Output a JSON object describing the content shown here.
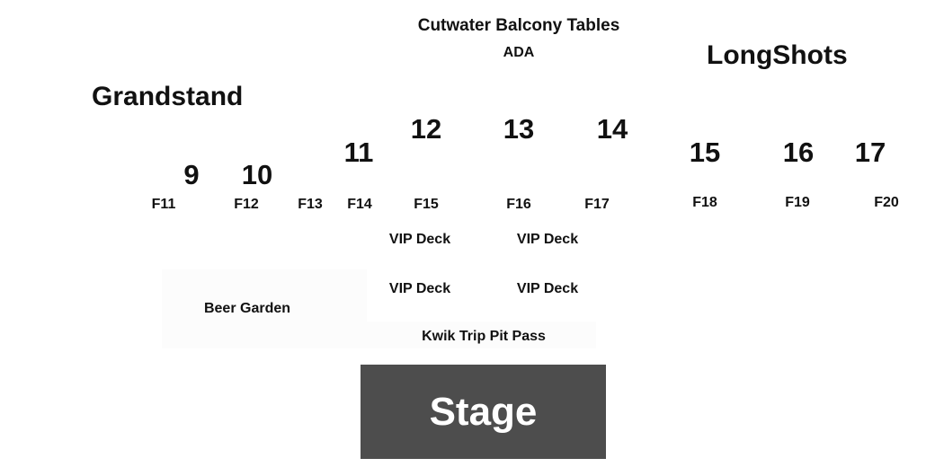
{
  "map": {
    "header": "Cutwater Balcony Tables",
    "ada": "ADA",
    "zones": {
      "grandstand": "Grandstand",
      "longshots": "LongShots"
    },
    "sections": {
      "s9": "9",
      "s10": "10",
      "s11": "11",
      "s12": "12",
      "s13": "13",
      "s14": "14",
      "s15": "15",
      "s16": "16",
      "s17": "17"
    },
    "floor": {
      "f11": "F11",
      "f12": "F12",
      "f13": "F13",
      "f14": "F14",
      "f15": "F15",
      "f16": "F16",
      "f17": "F17",
      "f18": "F18",
      "f19": "F19",
      "f20": "F20"
    },
    "vip": {
      "left_top": "VIP Deck",
      "right_top": "VIP Deck",
      "left_bottom": "VIP Deck",
      "right_bottom": "VIP Deck"
    },
    "beer_garden": "Beer Garden",
    "pit_pass": "Kwik Trip Pit Pass",
    "stage": "Stage",
    "colors": {
      "stage_fill": "#4d4d4d",
      "stage_text": "#ffffff",
      "label_text": "#111111",
      "background": "#ffffff"
    }
  }
}
